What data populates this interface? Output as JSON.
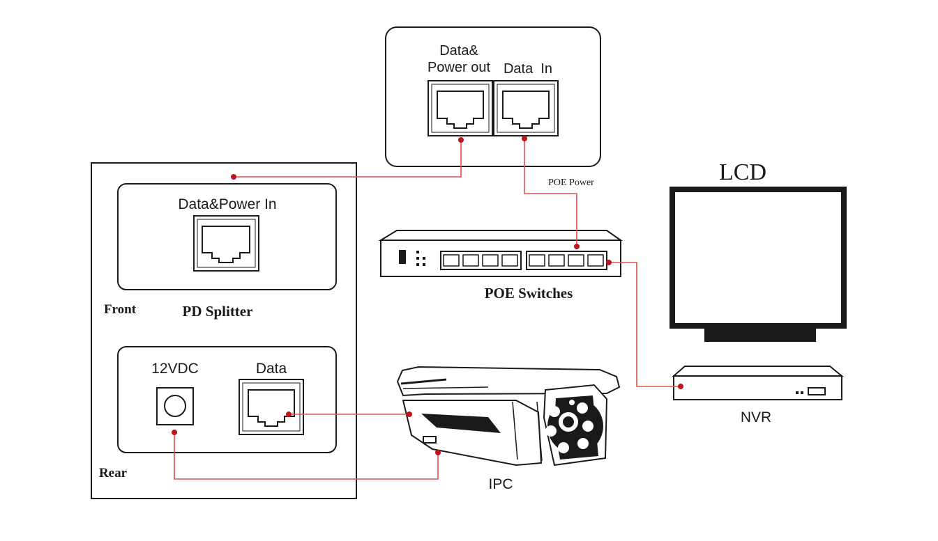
{
  "injector": {
    "label_out_line1": "Data&",
    "label_out_line2": "Power out",
    "label_in": "Data  In"
  },
  "splitter": {
    "front_port_label": "Data&Power In",
    "front_label": "Front",
    "title": "PD Splitter",
    "rear_label": "Rear",
    "dc_label": "12VDC",
    "data_label": "Data"
  },
  "switch": {
    "poe_power_label": "POE Power",
    "title": "POE Switches"
  },
  "lcd": {
    "title": "LCD"
  },
  "nvr": {
    "title": "NVR"
  },
  "camera": {
    "title": "IPC"
  },
  "colors": {
    "cable": "#d9534f",
    "dot": "#c0141c",
    "outline": "#1a1a1a"
  }
}
